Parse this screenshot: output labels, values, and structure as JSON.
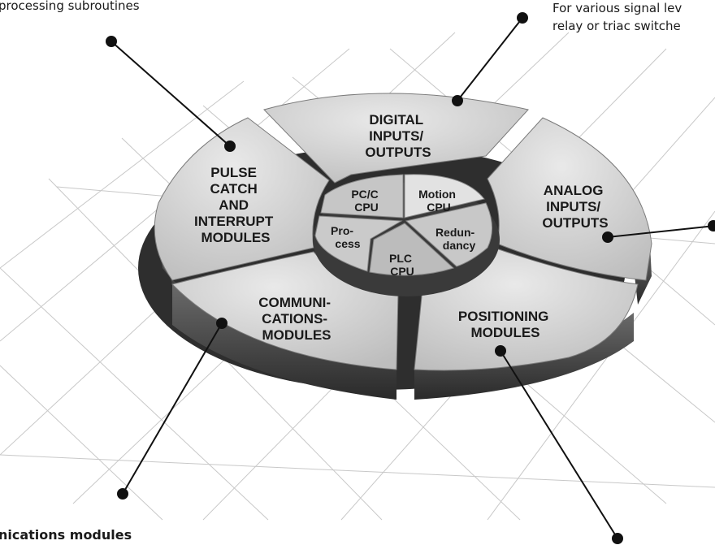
{
  "captions": {
    "top_left": "processing subroutines",
    "top_right_line1": "For various signal lev",
    "top_right_line2": "relay or triac switche",
    "bottom_left": "nications modules"
  },
  "outer_segments": {
    "digital": [
      "DIGITAL",
      "INPUTS/",
      "OUTPUTS"
    ],
    "analog": [
      "ANALOG",
      "INPUTS/",
      "OUTPUTS"
    ],
    "positioning": [
      "POSITIONING",
      "MODULES"
    ],
    "communications": [
      "COMMUNI-",
      "CATIONS-",
      "MODULES"
    ],
    "pulse": [
      "PULSE",
      "CATCH",
      "AND",
      "INTERRUPT",
      "MODULES"
    ]
  },
  "hub_segments": {
    "pcc": [
      "PC/C",
      "CPU"
    ],
    "motion": [
      "Motion",
      "CPU"
    ],
    "redundancy": [
      "Redun-",
      "dancy"
    ],
    "plc": [
      "PLC",
      "CPU"
    ],
    "process": [
      "Pro-",
      "cess"
    ]
  },
  "colors": {
    "segment_face": "#d4d4d4",
    "segment_side": "#4a4a4a",
    "hub_face": "#c2c2c2",
    "motion_face": "#e4e4e4",
    "grid": "#c8c8c8",
    "leader": "#111111"
  }
}
